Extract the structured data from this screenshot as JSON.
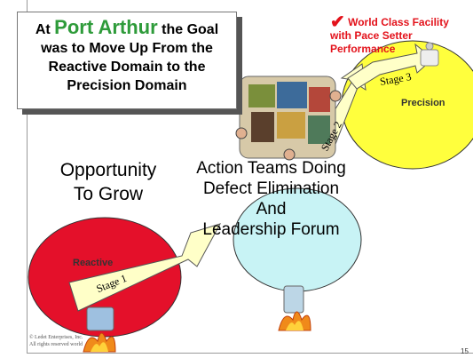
{
  "title": {
    "line1_prefix": "At",
    "highlight": "Port Arthur",
    "line1_suffix": "the Goal",
    "line2": "was to Move Up From the",
    "line3": "Reactive Domain to the",
    "line4": "Precision Domain"
  },
  "badge": {
    "check": "✔",
    "line1": "World Class Facility",
    "line2": "with Pace Setter",
    "line3": "Performance"
  },
  "opportunity": {
    "line1": "Opportunity",
    "line2": "To Grow"
  },
  "action": {
    "line1": "Action Teams Doing",
    "line2": "Defect Elimination",
    "line3": "And",
    "line4": "Leadership Forum"
  },
  "domains": {
    "reactive": "Reactive",
    "precision": "Precision"
  },
  "stages": {
    "s1": "Stage 1",
    "s2": "Stage 2",
    "s3": "Stage 3"
  },
  "copyright": {
    "line1": "© Ledet Enterprises, Inc.",
    "line2": "All rights reserved world"
  },
  "page_number": "15",
  "colors": {
    "highlight": "#2e9b3a",
    "accent": "#e3121b",
    "reactive": "#e4102a",
    "precision": "#ffff3d",
    "middle_domain": "#c8f3f5",
    "arrow": "#ffffc8"
  }
}
